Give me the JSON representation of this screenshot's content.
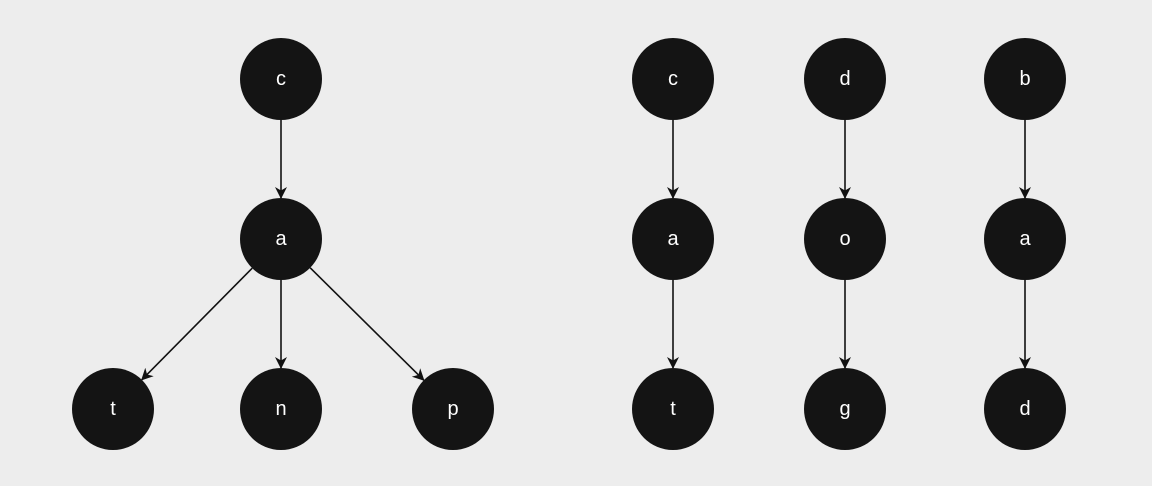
{
  "colors": {
    "background": "#ededed",
    "node_fill": "#141414",
    "node_text": "#ffffff",
    "edge": "#111111"
  },
  "trees": [
    {
      "name": "tree-cat-can-cap",
      "nodes": [
        {
          "id": "l-c",
          "label": "c"
        },
        {
          "id": "l-a",
          "label": "a"
        },
        {
          "id": "l-t",
          "label": "t"
        },
        {
          "id": "l-n",
          "label": "n"
        },
        {
          "id": "l-p",
          "label": "p"
        }
      ],
      "edges": [
        {
          "from": "l-c",
          "to": "l-a"
        },
        {
          "from": "l-a",
          "to": "l-t"
        },
        {
          "from": "l-a",
          "to": "l-n"
        },
        {
          "from": "l-a",
          "to": "l-p"
        }
      ]
    },
    {
      "name": "chain-cat",
      "nodes": [
        {
          "id": "c1-c",
          "label": "c"
        },
        {
          "id": "c1-a",
          "label": "a"
        },
        {
          "id": "c1-t",
          "label": "t"
        }
      ],
      "edges": [
        {
          "from": "c1-c",
          "to": "c1-a"
        },
        {
          "from": "c1-a",
          "to": "c1-t"
        }
      ]
    },
    {
      "name": "chain-dog",
      "nodes": [
        {
          "id": "c2-d",
          "label": "d"
        },
        {
          "id": "c2-o",
          "label": "o"
        },
        {
          "id": "c2-g",
          "label": "g"
        }
      ],
      "edges": [
        {
          "from": "c2-d",
          "to": "c2-o"
        },
        {
          "from": "c2-o",
          "to": "c2-g"
        }
      ]
    },
    {
      "name": "chain-bad",
      "nodes": [
        {
          "id": "c3-b",
          "label": "b"
        },
        {
          "id": "c3-a",
          "label": "a"
        },
        {
          "id": "c3-d",
          "label": "d"
        }
      ],
      "edges": [
        {
          "from": "c3-b",
          "to": "c3-a"
        },
        {
          "from": "c3-a",
          "to": "c3-d"
        }
      ]
    }
  ]
}
